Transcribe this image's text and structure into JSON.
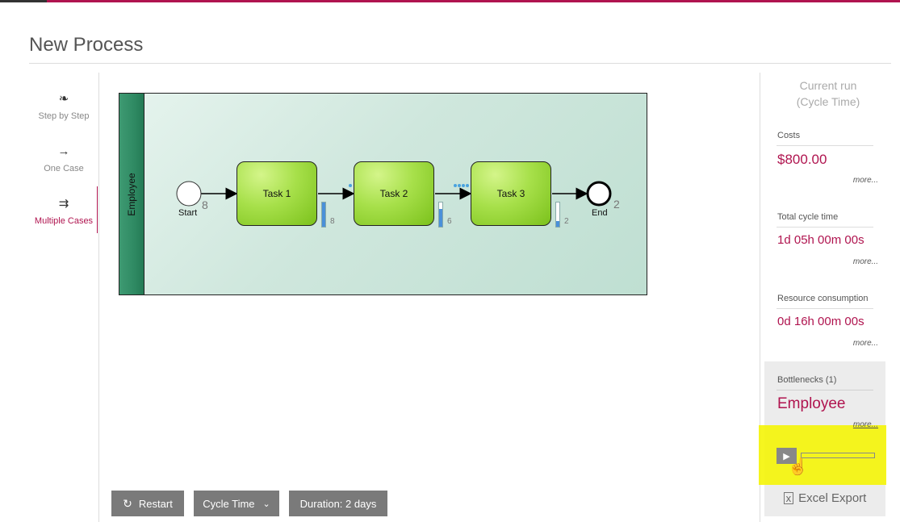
{
  "page": {
    "title": "New Process"
  },
  "modes": [
    {
      "label": "Step by Step",
      "icon": "footsteps-icon",
      "glyph": "❧"
    },
    {
      "label": "One Case",
      "icon": "arrow-right-icon",
      "glyph": "→"
    },
    {
      "label": "Multiple Cases",
      "icon": "multiple-arrows-icon",
      "glyph": "⇉",
      "active": true
    }
  ],
  "diagram": {
    "lane": "Employee",
    "start": {
      "label": "Start",
      "count": "8"
    },
    "end": {
      "label": "End",
      "count": "2"
    },
    "tasks": [
      {
        "label": "Task 1",
        "queue": "8",
        "queue_fill": 1.0
      },
      {
        "label": "Task 2",
        "queue": "6",
        "queue_fill": 0.75
      },
      {
        "label": "Task 3",
        "queue": "2",
        "queue_fill": 0.25
      }
    ]
  },
  "toolbar": {
    "restart": "Restart",
    "mode": "Cycle Time",
    "duration": "Duration: 2 days"
  },
  "panel": {
    "run_title_1": "Current run",
    "run_title_2": "(Cycle Time)",
    "costs": {
      "label": "Costs",
      "value": "$800.00",
      "more": "more..."
    },
    "cycle_time": {
      "label": "Total cycle time",
      "value": "1d 05h 00m 00s",
      "more": "more..."
    },
    "resources": {
      "label": "Resource consumption",
      "value": "0d 16h 00m 00s",
      "more": "more..."
    },
    "bottlenecks": {
      "label": "Bottlenecks (1)",
      "value": "Employee",
      "more": "more..."
    },
    "excel": "Excel Export"
  },
  "colors": {
    "accent": "#b0144f",
    "task_green": "#8fd12e",
    "highlight": "#f5f500"
  }
}
